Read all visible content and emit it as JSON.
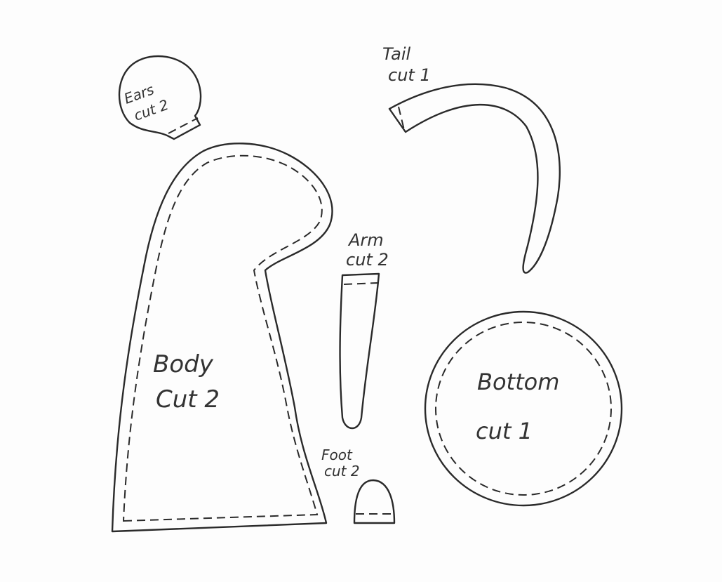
{
  "pieces": {
    "ears": {
      "name": "Ears",
      "cut": "cut 2"
    },
    "tail": {
      "name": "Tail",
      "cut": "cut 1"
    },
    "body": {
      "name": "Body",
      "cut": "Cut 2"
    },
    "arm": {
      "name": "Arm",
      "cut": "cut 2"
    },
    "foot": {
      "name": "Foot",
      "cut": "cut 2"
    },
    "bottom": {
      "name": "Bottom",
      "cut": "cut 1"
    }
  },
  "colors": {
    "ink": "#2a2a2a",
    "paper": "#fdfdfd"
  }
}
